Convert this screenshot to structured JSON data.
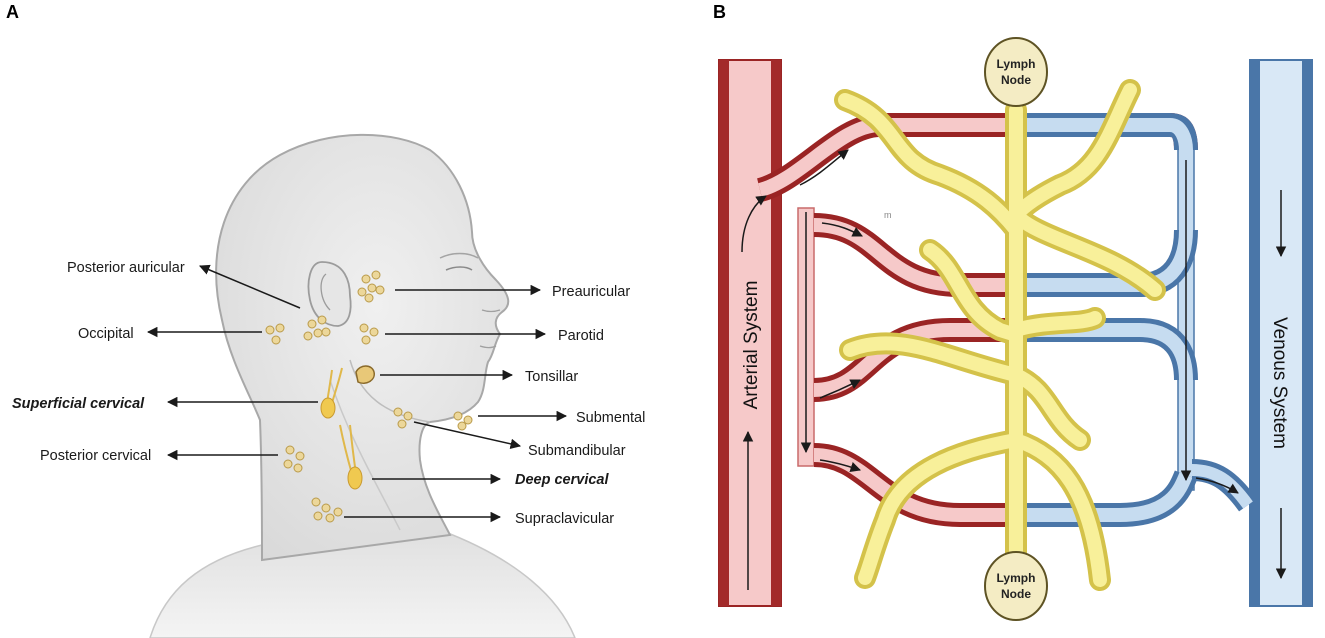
{
  "panels": {
    "a": "A",
    "b": "B"
  },
  "panel_a": {
    "labels": {
      "posterior_auricular": "Posterior auricular",
      "preauricular": "Preauricular",
      "occipital": "Occipital",
      "parotid": "Parotid",
      "tonsillar": "Tonsillar",
      "superficial_cervical": "Superficial cervical",
      "submental": "Submental",
      "submandibular": "Submandibular",
      "posterior_cervical": "Posterior cervical",
      "deep_cervical": "Deep cervical",
      "supraclavicular": "Supraclavicular"
    }
  },
  "panel_b": {
    "arterial_label": "Arterial System",
    "venous_label": "Venous System",
    "lymph_node_line1": "Lymph",
    "lymph_node_line2": "Node",
    "stray_mark": "m"
  },
  "colors": {
    "artery_fill": "#f6c9c9",
    "artery_edge": "#9a2424",
    "vein_fill": "#c6dcf0",
    "vein_edge": "#4a76a8",
    "lymph_fill": "#f8f09a",
    "lymph_edge": "#d4c24a",
    "node_fill": "#f4ecc4",
    "node_fat": "#e8c55c",
    "skin": "#e2e2e2"
  }
}
